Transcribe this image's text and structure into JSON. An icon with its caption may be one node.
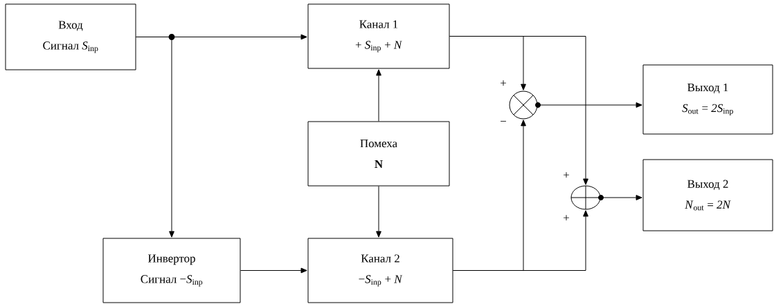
{
  "diagram": {
    "nodes": [
      {
        "text": [
          "Вход",
          "Сигнал *S*$_{inp}$"
        ]
      },
      {
        "text": [
          "Канал 1",
          "+ *S*$_{inp}$ + *N*"
        ]
      },
      {
        "text": [
          "Помеха",
          "**N**"
        ]
      },
      {
        "text": [
          "Инвертор",
          "Сигнал −*S*$_{inp}$"
        ]
      },
      {
        "text": [
          "Канал 2",
          "−*S*$_{inp}$ + *N*"
        ]
      },
      {
        "text": [],
        "shape": "circle"
      },
      {
        "text": [],
        "shape": "circle"
      },
      {
        "text": [
          "Выход 1",
          "*S*$_{out}$ = *2S*$_{inp}$"
        ]
      },
      {
        "text": [
          "Выход 2",
          "*N*$_{out}$ = *2N*"
        ]
      }
    ],
    "edges": [
      {
        "from": 0,
        "to": 1,
        "arrow": "to"
      },
      {
        "from": 0,
        "to": 3,
        "arrow": "to"
      },
      {
        "from": 3,
        "to": 4,
        "arrow": "to"
      },
      {
        "from": 2,
        "to": 1,
        "arrow": "to"
      },
      {
        "from": 2,
        "to": 4,
        "arrow": "to"
      },
      {
        "from": 1,
        "to": 5,
        "arrow": "to"
      },
      {
        "from": 1,
        "to": 6,
        "arrow": "to"
      },
      {
        "from": 4,
        "to": 5,
        "arrow": "to"
      },
      {
        "from": 4,
        "to": 6,
        "arrow": "to"
      },
      {
        "from": 5,
        "to": 7,
        "arrow": "to"
      },
      {
        "from": 6,
        "to": 8,
        "arrow": "to"
      }
    ],
    "labels": [
      "+",
      "−",
      "+",
      "+"
    ]
  }
}
